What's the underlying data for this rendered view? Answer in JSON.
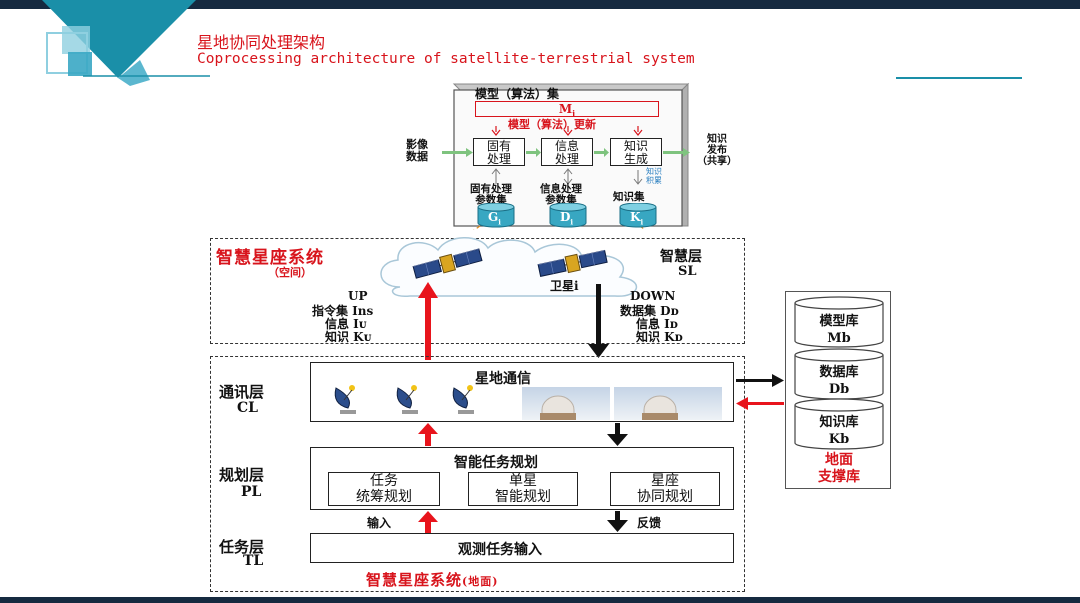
{
  "header": {
    "title_cn": "星地协同处理架构",
    "title_en": "Coprocessing architecture of satellite-terrestrial system"
  },
  "model_box": {
    "title": "模型（算法）集",
    "m_label": "M",
    "m_sub": "i",
    "update_label": "模型（算法）更新",
    "input_label": "影像\n数据",
    "process_1": "固有\n处理",
    "process_2": "信息\n处理",
    "process_3": "知识\n生成",
    "output_label": "知识\n发布\n（共享）",
    "knowledge_accum": "知识\n积累",
    "param_1": "固有处理\n参数集",
    "param_2": "信息处理\n参数集",
    "param_3": "知识集",
    "db_1": "G",
    "db_2": "D",
    "db_3": "K",
    "db_sub": "i"
  },
  "space": {
    "system_title": "智慧星座系统",
    "system_sub": "（空间）",
    "layer_name": "智慧层",
    "layer_abbr": "SL",
    "satellite_label": "卫星i",
    "up_title": "UP",
    "up_lines": [
      "指令集 Ins",
      "信息 Iᴜ",
      "知识 Kᴜ"
    ],
    "down_title": "DOWN",
    "down_lines": [
      "数据集 Dᴅ",
      "信息 Iᴅ",
      "知识 Kᴅ"
    ]
  },
  "ground": {
    "comm_layer": "通讯层",
    "comm_abbr": "CL",
    "comm_title": "星地通信",
    "plan_layer": "规划层",
    "plan_abbr": "PL",
    "plan_title": "智能任务规划",
    "plan_items": [
      "任务\n统筹规划",
      "单星\n智能规划",
      "星座\n协同规划"
    ],
    "task_layer": "任务层",
    "task_abbr": "TL",
    "task_title": "观测任务输入",
    "input_label": "输入",
    "feedback_label": "反馈",
    "system_title": "智慧星座系统",
    "system_sub": "(地面)"
  },
  "support": {
    "db_1": "模型库\nMb",
    "db_2": "数据库\nDb",
    "db_3": "知识库\nKb",
    "title": "地面\n支撑库"
  },
  "colors": {
    "accent_red": "#d8141c",
    "teal": "#1a8fa8",
    "dark_navy": "#162a40"
  }
}
